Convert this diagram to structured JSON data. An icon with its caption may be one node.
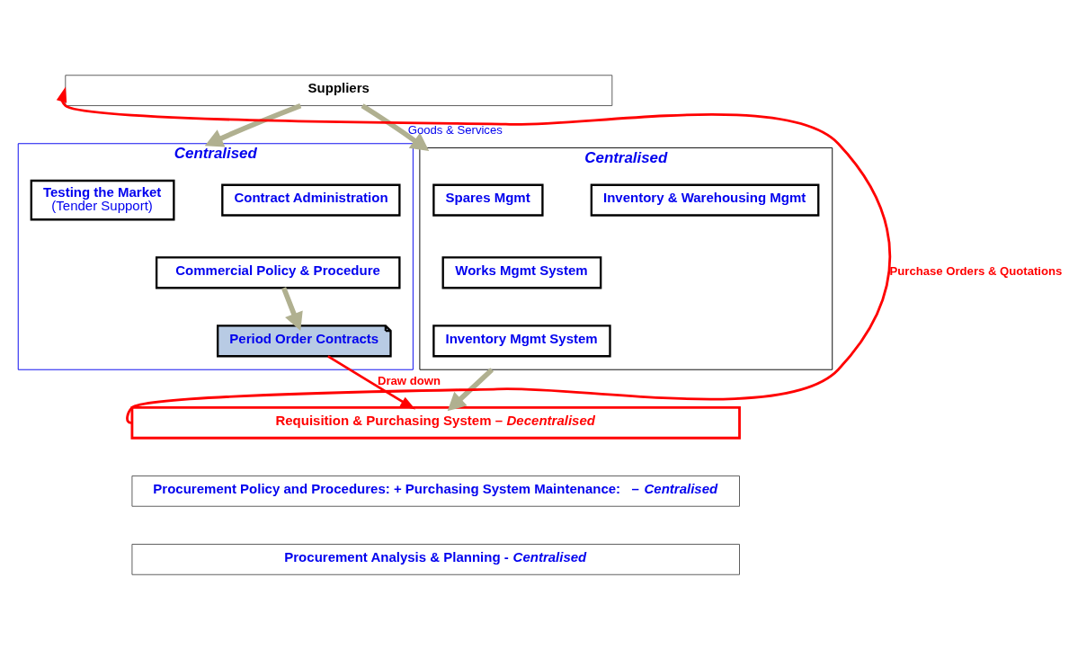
{
  "diagram": {
    "nodes": [
      {
        "text": [
          "Suppliers"
        ]
      },
      {
        "text": [
          "Centralised"
        ]
      },
      {
        "text": [
          "Testing the Market",
          "(Tender Support)"
        ],
        "in": 1
      },
      {
        "text": [
          "Contract Administration"
        ],
        "in": 1
      },
      {
        "text": [
          "Commercial Policy & Procedure"
        ],
        "in": 1
      },
      {
        "text": [
          "Period Order Contracts"
        ],
        "in": 1
      },
      {
        "text": [
          "Centralised"
        ]
      },
      {
        "text": [
          "Spares Mgmt"
        ],
        "in": 6
      },
      {
        "text": [
          "Inventory & Warehousing Mgmt"
        ],
        "in": 6
      },
      {
        "text": [
          "Works Mgmt System"
        ],
        "in": 6
      },
      {
        "text": [
          "Inventory Mgmt System"
        ],
        "in": 6
      },
      {
        "text": [
          "Requisition & Purchasing System – *Decentralised*"
        ]
      },
      {
        "text": [
          "Procurement Policy and Procedures: + Purchasing System Maintenance:   – *Centralised*"
        ]
      },
      {
        "text": [
          "Procurement Analysis & Planning - *Centralised*"
        ]
      }
    ],
    "edges": [
      {
        "from": 0,
        "to": 1,
        "arrow": "to"
      },
      {
        "from": 4,
        "to": 5,
        "arrow": "to"
      },
      {
        "from": 5,
        "to": 11,
        "arrow": "to",
        "label": "Draw down",
        "color": "#ff0000"
      },
      {
        "from": 0,
        "to": 6,
        "arrow": "to",
        "label": "Goods & Services"
      },
      {
        "from": 6,
        "to": 11,
        "arrow": "to"
      },
      {
        "from": 11,
        "to": 0,
        "arrow": "to",
        "label": "Purchase Orders & Quotations",
        "color": "#ff0000"
      }
    ]
  }
}
